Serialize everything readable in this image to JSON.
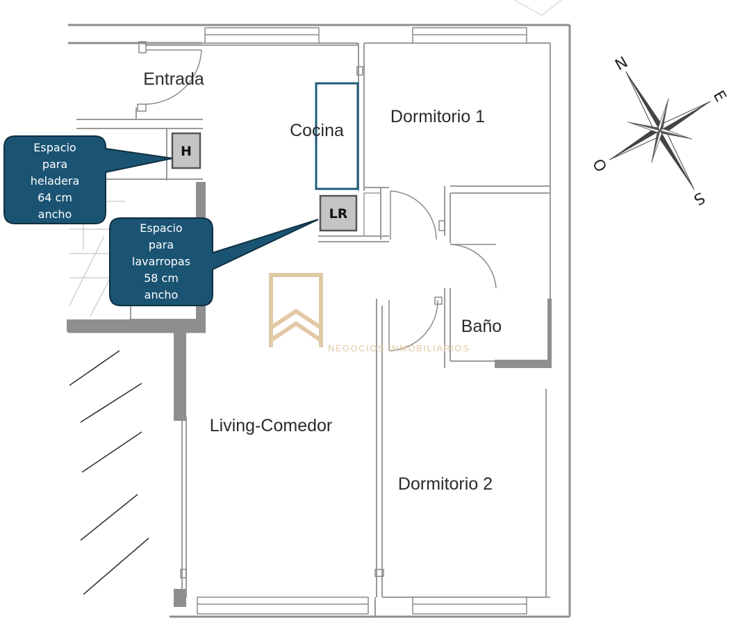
{
  "rooms": {
    "entrada": "Entrada",
    "cocina": "Cocina",
    "dormitorio1": "Dormitorio 1",
    "bano": "Baño",
    "living": "Living-Comedor",
    "dormitorio2": "Dormitorio 2"
  },
  "appliances": {
    "fridge": "H",
    "washer": "LR"
  },
  "callouts": {
    "fridge": [
      "Espacio",
      "para",
      "heladera",
      "64 cm",
      "ancho"
    ],
    "washer": [
      "Espacio",
      "para",
      "lavarropas",
      "58 cm",
      "ancho"
    ]
  },
  "compass": {
    "n": "N",
    "e": "E",
    "s": "S",
    "o": "O"
  },
  "watermark": {
    "text": "NEGOCIOS INMOBILIARIOS"
  },
  "colors": {
    "callout_fill": "#1b5473",
    "appliance_fill": "#c4c4c4",
    "kitchen_outline": "#1f5b78",
    "watermark": "#e2c9a5",
    "wall": "#8a8a8a"
  }
}
